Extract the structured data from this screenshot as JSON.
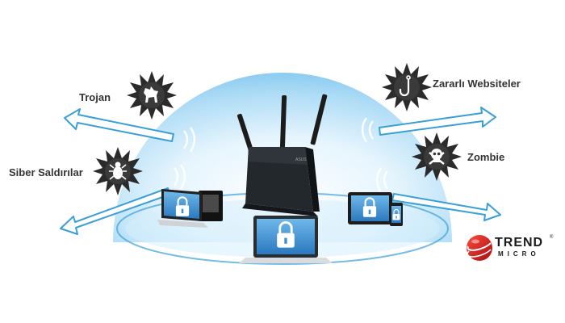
{
  "threats": {
    "trojan": "Trojan",
    "cyber_attacks": "Siber Saldırılar",
    "malicious_sites": "Zararlı Websiteler",
    "zombie": "Zombie"
  },
  "brand": {
    "line1": "TREND",
    "line2": "MICRO",
    "symbol": "®"
  },
  "device_brand": "ASUS",
  "icons": [
    "trojan-horse-icon",
    "bug-icon",
    "hook-icon",
    "skull-icon",
    "lock-icon",
    "router-icon",
    "laptop-icon",
    "tablet-icon",
    "phone-icon",
    "arrow-icon"
  ],
  "colors": {
    "dome": "#a9daf5",
    "arrow_fill": "#ffffff",
    "arrow_stroke": "#3a9fd8",
    "screen": "#3b8fd0",
    "threat_badge": "#2b2b2b",
    "brand_red": "#d3141b"
  }
}
